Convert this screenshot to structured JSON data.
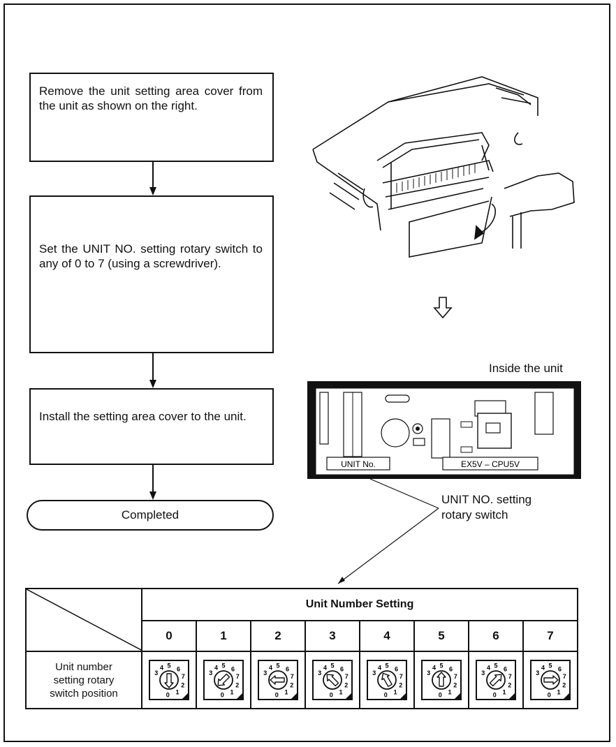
{
  "steps": {
    "step1": "Remove the unit setting area cover from the unit as shown on the right.",
    "step2": "Set the UNIT NO. setting rotary switch to any of 0 to 7 (using a screwdriver).",
    "step3": "Install the setting area cover to the unit.",
    "completed": "Completed"
  },
  "labels": {
    "inside_unit": "Inside the unit",
    "switch_line1": "UNIT NO. setting",
    "switch_line2": "rotary switch",
    "unit_no_label": "UNIT No.",
    "model_label": "EX5V – CPU5V"
  },
  "table": {
    "header": "Unit Number Setting",
    "numbers": [
      "0",
      "1",
      "2",
      "3",
      "4",
      "5",
      "6",
      "7"
    ],
    "row_label_1": "Unit number",
    "row_label_2": "setting rotary",
    "row_label_3": "switch position",
    "dial_digits": [
      "0",
      "1",
      "2",
      "3",
      "4",
      "5",
      "6",
      "7"
    ]
  }
}
